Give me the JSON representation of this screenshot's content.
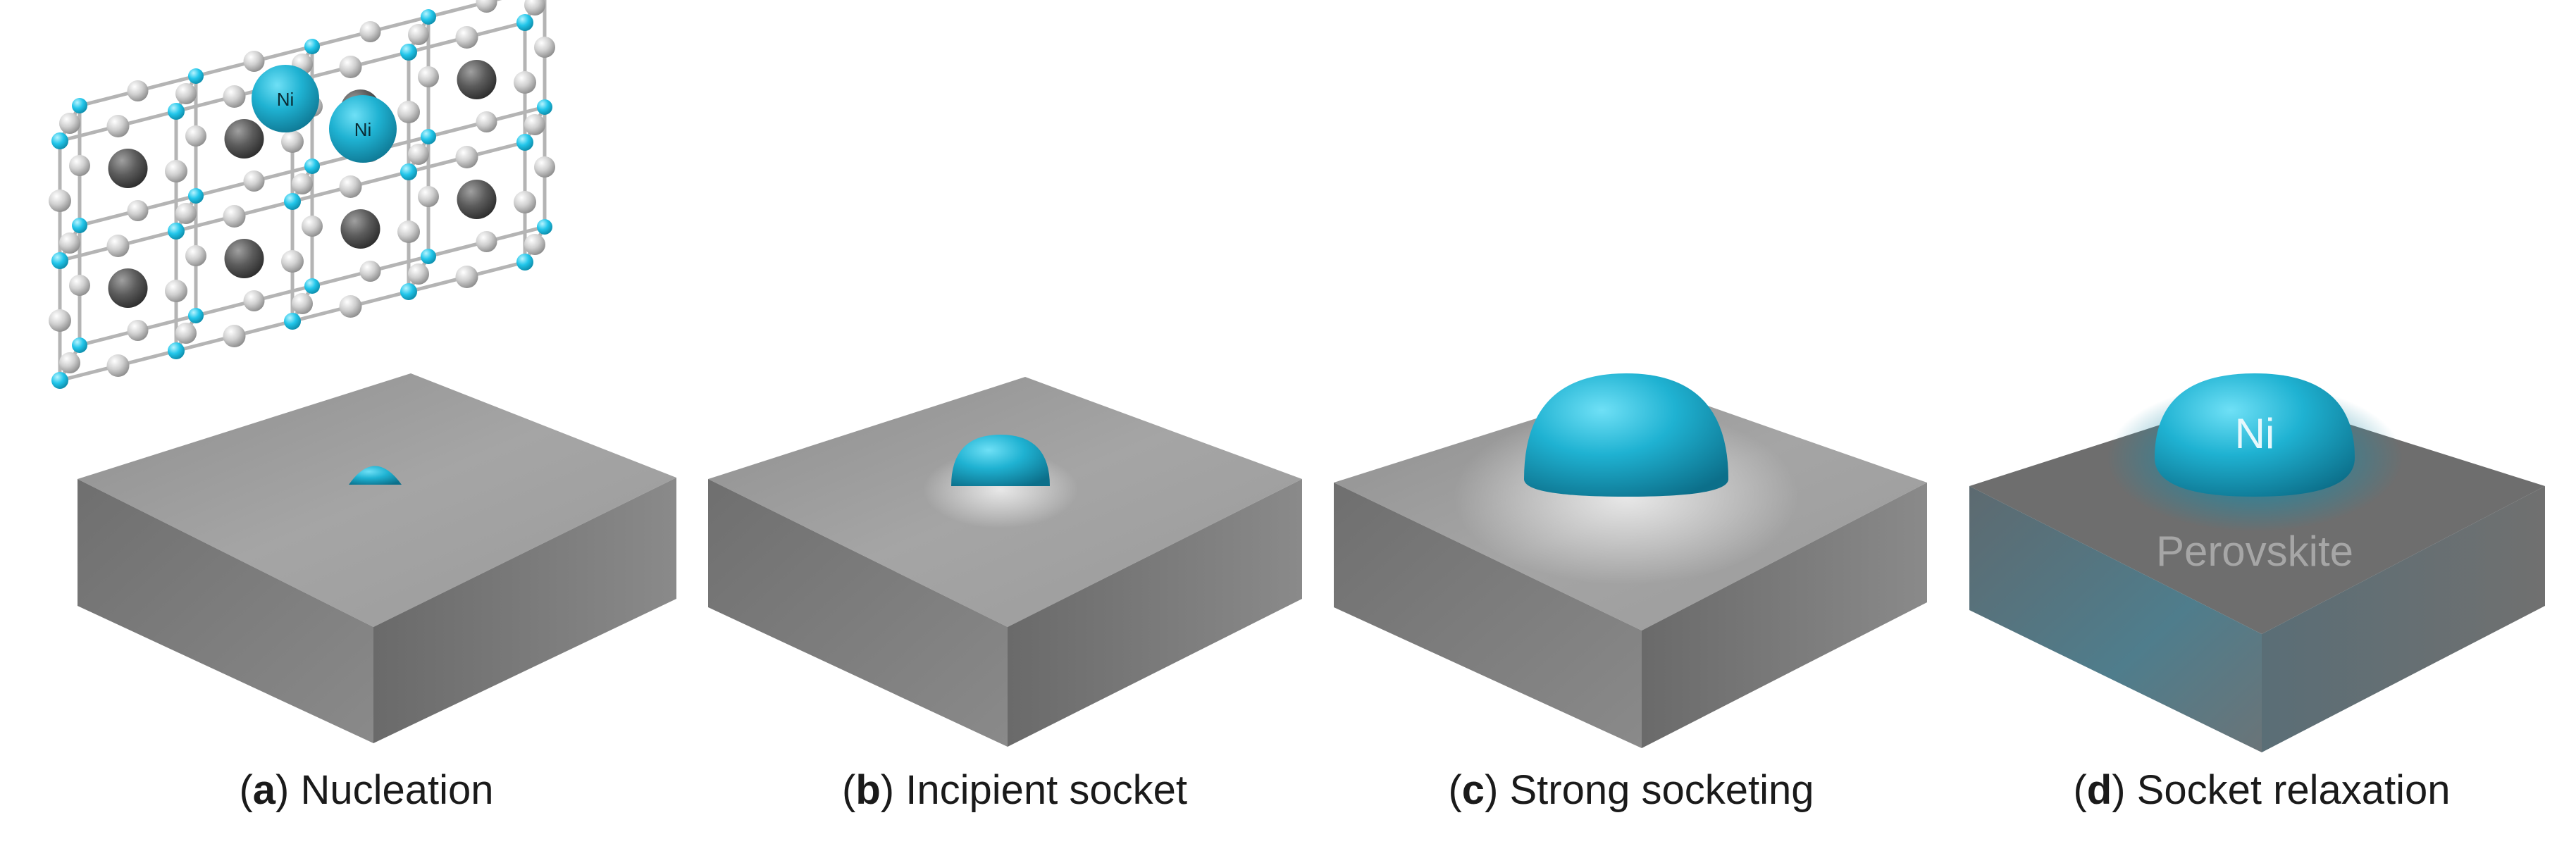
{
  "panels": [
    {
      "letter": "a",
      "title": "Nucleation"
    },
    {
      "letter": "b",
      "title": "Incipient socket"
    },
    {
      "letter": "c",
      "title": "Strong socketing"
    },
    {
      "letter": "d",
      "title": "Socket relaxation"
    }
  ],
  "labels": {
    "atom_ni_1": "Ni",
    "atom_ni_2": "Ni",
    "particle_label": "Ni",
    "substrate_label": "Perovskite"
  },
  "colors": {
    "ni": "#1aa8c8",
    "substrate": "#8c8c8c",
    "b_site_atom": "#22c6ea",
    "oxygen_atom": "#c8c8c8",
    "a_site_atom": "#5a5a5a"
  }
}
